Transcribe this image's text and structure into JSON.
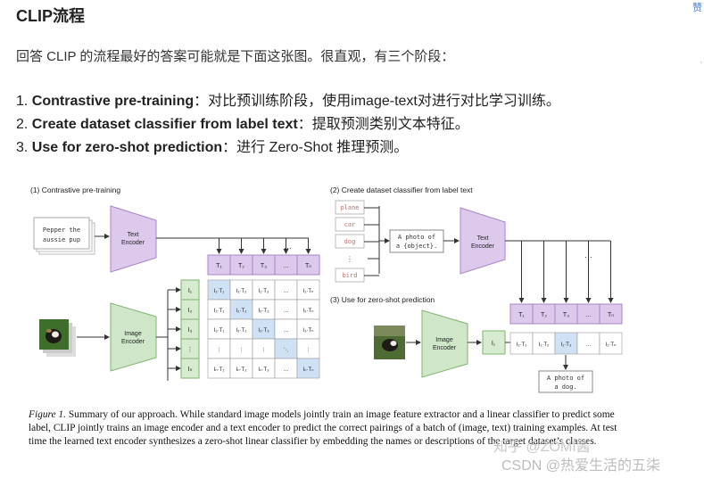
{
  "header": {
    "title": "CLIP流程",
    "top_right": "赞",
    "side_mark": "·"
  },
  "intro": "回答 CLIP 的流程最好的答案可能就是下面这张图。很直观，有三个阶段：",
  "steps": [
    {
      "num": "1.",
      "name": "Contrastive pre-training",
      "desc": "：对比预训练阶段，使用image-text对进行对比学习训练。"
    },
    {
      "num": "2.",
      "name": "Create dataset classifier from label text",
      "desc": "：提取预测类别文本特征。"
    },
    {
      "num": "3.",
      "name": "Use for zero-shot prediction",
      "desc": "：进行 Zero-Shot 推理预测。"
    }
  ],
  "figure": {
    "panel1_title": "(1) Contrastive pre-training",
    "panel2_title": "(2) Create dataset classifier from label text",
    "panel3_title": "(3) Use for zero-shot prediction",
    "text_input": [
      "Pepper the",
      "aussie pup"
    ],
    "text_encoder": [
      "Text",
      "Encoder"
    ],
    "image_encoder": [
      "Image",
      "Encoder"
    ],
    "labels": [
      "plane",
      "car",
      "dog",
      "⋮",
      "bird"
    ],
    "prompt": [
      "A photo of",
      "a {object}."
    ],
    "result": [
      "A photo of",
      "a dog."
    ],
    "t_cols": [
      "T₁",
      "T₂",
      "T₃",
      "…",
      "Tₙ"
    ],
    "i_rows": [
      "I₁",
      "I₂",
      "I₃",
      "⋮",
      "Iₙ"
    ],
    "matrix": [
      [
        "I₁·T₁",
        "I₁·T₂",
        "I₁·T₃",
        "…",
        "I₁·Tₙ"
      ],
      [
        "I₂·T₁",
        "I₂·T₂",
        "I₂·T₃",
        "…",
        "I₂·Tₙ"
      ],
      [
        "I₃·T₁",
        "I₃·T₂",
        "I₃·T₃",
        "…",
        "I₃·Tₙ"
      ],
      [
        "⋮",
        "⋮",
        "⋮",
        "⋱",
        "⋮"
      ],
      [
        "Iₙ·T₁",
        "Iₙ·T₂",
        "Iₙ·T₃",
        "…",
        "Iₙ·Tₙ"
      ]
    ],
    "zs_row": [
      "I₁·T₁",
      "I₁·T₂",
      "I₁·T₃",
      "…",
      "I₁·Tₙ"
    ],
    "zs_i": "I₁",
    "ellipsis": "…"
  },
  "caption": {
    "label": "Figure 1.",
    "text": " Summary of our approach. While standard image models jointly train an image feature extractor and a linear classifier to predict some label, CLIP jointly trains an image encoder and a text encoder to predict the correct pairings of a batch of (image, text) training examples. At test time the learned text encoder synthesizes a zero-shot linear classifier by embedding the names or descriptions of the target dataset’s classes."
  },
  "watermarks": {
    "zhihu": "知乎 @ZOMI酱",
    "csdn": "CSDN @热爱生活的五柒"
  },
  "colors": {
    "encoder_purple": "#ddc9ec",
    "encoder_green": "#cfe7c8",
    "t_cell": "#ddc9ec",
    "i_cell": "#d6ebcf",
    "diag_blue": "#cfe2f5"
  }
}
